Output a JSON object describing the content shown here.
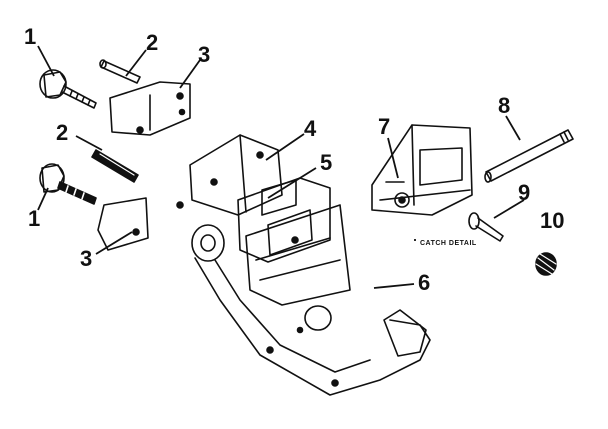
{
  "diagram": {
    "callouts": [
      {
        "id": "c1a",
        "label": "1"
      },
      {
        "id": "c2a",
        "label": "2"
      },
      {
        "id": "c3a",
        "label": "3"
      },
      {
        "id": "c2b",
        "label": "2"
      },
      {
        "id": "c1b",
        "label": "1"
      },
      {
        "id": "c3b",
        "label": "3"
      },
      {
        "id": "c4",
        "label": "4"
      },
      {
        "id": "c5",
        "label": "5"
      },
      {
        "id": "c7",
        "label": "7"
      },
      {
        "id": "c8",
        "label": "8"
      },
      {
        "id": "c9",
        "label": "9"
      },
      {
        "id": "c10",
        "label": "10"
      },
      {
        "id": "c6",
        "label": "6"
      }
    ],
    "caption": "CATCH DETAIL",
    "colors": {
      "ink": "#111111",
      "paper": "#ffffff"
    }
  }
}
